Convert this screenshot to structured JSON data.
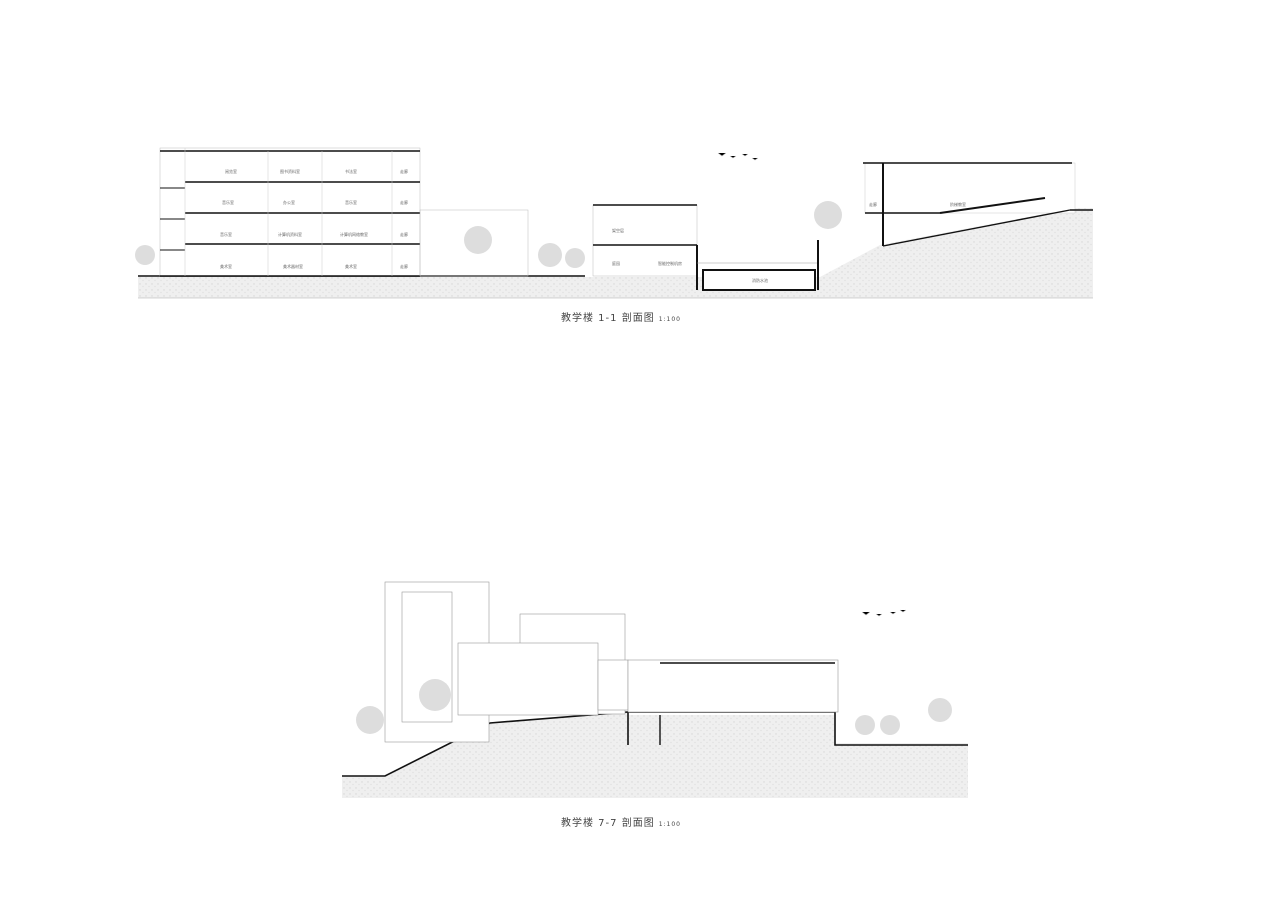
{
  "section_1": {
    "title": "教学楼 1-1 剖面图",
    "scale": "1:100",
    "rooms": [
      "阅览室",
      "图书资料室",
      "书法室",
      "走廊",
      "音乐室",
      "办公室",
      "音乐室",
      "走廊",
      "音乐室",
      "计算机资料室",
      "计算机网络教室",
      "走廊",
      "美术室",
      "美术器材室",
      "美术室",
      "走廊",
      "架空层",
      "庭园",
      "智能控制机房",
      "消防水池",
      "走廊",
      "阶梯教室"
    ]
  },
  "section_2": {
    "title": "教学楼 7-7 剖面图",
    "scale": "1:100"
  }
}
